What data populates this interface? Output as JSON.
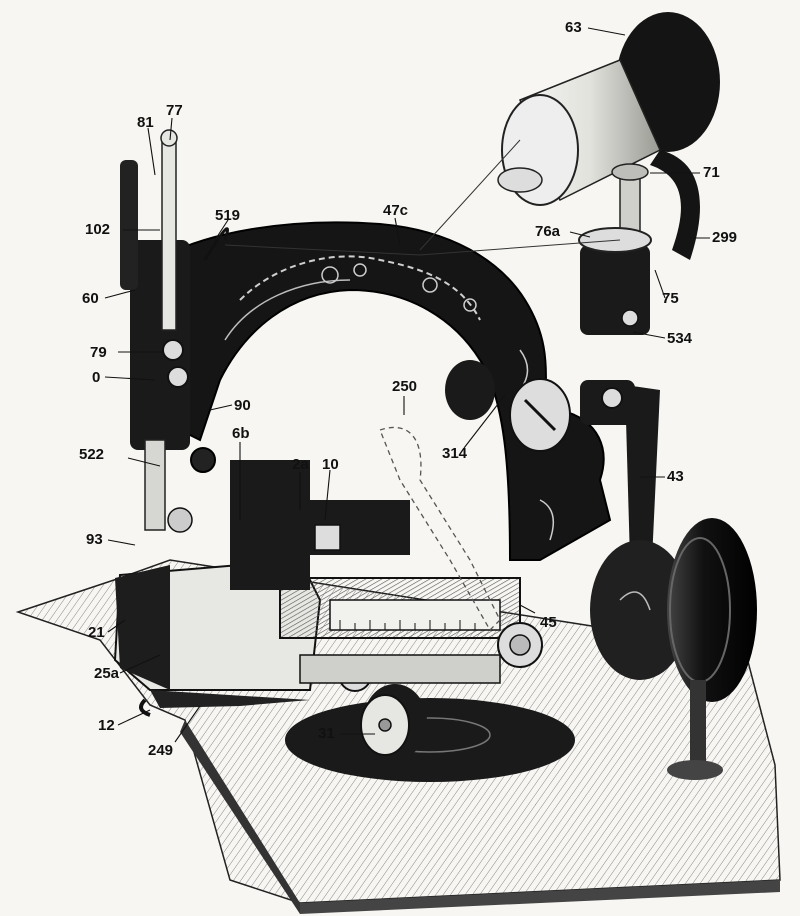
{
  "labels": {
    "l63": "63",
    "l77": "77",
    "l81": "81",
    "l102": "102",
    "l519": "519",
    "l47c": "47c",
    "l71": "71",
    "l76a": "76a",
    "l299": "299",
    "l75": "75",
    "l60": "60",
    "l534": "534",
    "l79": "79",
    "l0": "0",
    "l90": "90",
    "l250": "250",
    "l314": "314",
    "l522": "522",
    "l6b": "6b",
    "l2a": "2a",
    "l10": "10",
    "l43": "43",
    "l93": "93",
    "l45": "45",
    "l21": "21",
    "l25a": "25a",
    "l12": "12",
    "l249": "249",
    "l31": "31"
  },
  "colors": {
    "ink": "#111111",
    "paper": "#f7f6f2",
    "metal": "#d9d9d5",
    "body": "#161616"
  }
}
